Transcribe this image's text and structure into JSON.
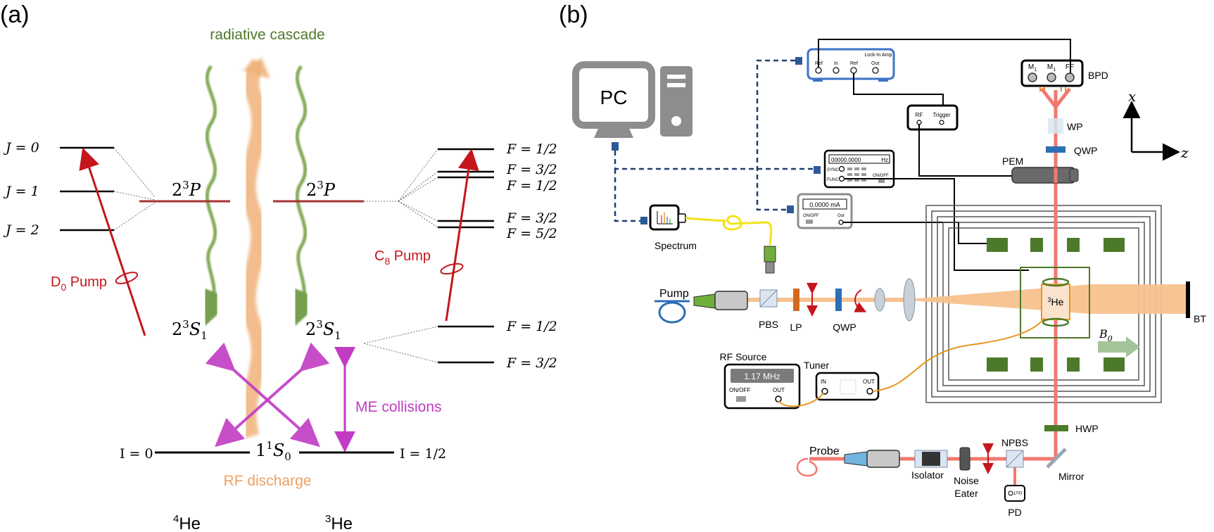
{
  "panel_a": {
    "label": "(a)",
    "cascade_label": "radiative cascade",
    "rf_label": "RF discharge",
    "me_label": "ME collisions",
    "d0_pump": "D",
    "d0_sub": "0",
    "d0_suffix": " Pump",
    "c8_pump": "C",
    "c8_sub": "8",
    "c8_suffix": " Pump",
    "he4": {
      "sup": "4",
      "base": "He"
    },
    "he3": {
      "sup": "3",
      "base": "He"
    },
    "left_p": "2",
    "left_p_sup": "3",
    "left_p_term": "P",
    "right_p": "2",
    "right_p_sup": "3",
    "right_p_term": "P",
    "left_s": "2",
    "left_s_sup": "3",
    "left_s_term": "S",
    "left_s_sub": "1",
    "right_s": "2",
    "right_s_sup": "3",
    "right_s_term": "S",
    "right_s_sub": "1",
    "ground": "1",
    "ground_sup": "1",
    "ground_term": "S",
    "ground_sub": "0",
    "i0": "I = 0",
    "i12": "I = 1/2",
    "j_levels": [
      "J = 0",
      "J = 1",
      "J = 2"
    ],
    "f_upper": [
      "F = 1/2",
      "F = 3/2",
      "F = 1/2",
      "F = 3/2",
      "F = 5/2"
    ],
    "f_lower": [
      "F = 1/2",
      "F = 3/2"
    ],
    "colors": {
      "cascade": "#4f7a2a",
      "pump": "#c4161c",
      "me": "#c23bc4",
      "rf": "#f0b27a",
      "p_level": "#a83232",
      "s_level": "#3f6b22"
    }
  },
  "panel_b": {
    "label": "(b)",
    "pc": "PC",
    "lock_in": "Lock-In Amp",
    "lock_in_ports": [
      "Ref",
      "In",
      "Ref",
      "Out"
    ],
    "bpd": "BPD",
    "bpd_ports": [
      "M",
      "M",
      "FF"
    ],
    "bpd_sub": "1",
    "ref_trigger": [
      "RF",
      "Trigger"
    ],
    "func_gen_display": "00000.0000",
    "func_gen_unit": "Hz",
    "func_gen_sync": "SYNC",
    "func_gen_func": "FUNC",
    "func_gen_onoff": "ON/OFF",
    "current_display": "0.0000 mA",
    "current_onoff": "ON/OFF",
    "current_out": "Out",
    "spectrum": "Spectrum",
    "pump": "Pump",
    "pbs": "PBS",
    "lp": "LP",
    "qwp_h": "QWP",
    "he3": "He",
    "he3_sup": "3",
    "b0": "B",
    "b0_sub": "0",
    "bt": "BT",
    "wp": "WP",
    "qwp_v": "QWP",
    "pem": "PEM",
    "hwp": "HWP",
    "rf_source": "RF Source",
    "rf_freq": "1.17 MHz",
    "rf_onoff": "ON/OFF",
    "rf_out": "OUT",
    "tuner": "Tuner",
    "tuner_in": "IN",
    "tuner_out": "OUT",
    "probe": "Probe",
    "isolator": "Isolator",
    "noise_eater": [
      "Noise",
      "Eater"
    ],
    "npbs": "NPBS",
    "mirror": "Mirror",
    "pd": "PD",
    "pd_port": "OUT",
    "axis_x": "x",
    "axis_z": "z",
    "colors": {
      "beam": "#f2786f",
      "pump_beam": "#f6c28f",
      "fiber_yellow": "#f2e21a",
      "fiber_blue": "#2c6fb5",
      "coil": "#4d7a2a",
      "dashed": "#1f3f70",
      "lock_in": "#3b73c7",
      "rf_cable": "#e8961f"
    }
  }
}
